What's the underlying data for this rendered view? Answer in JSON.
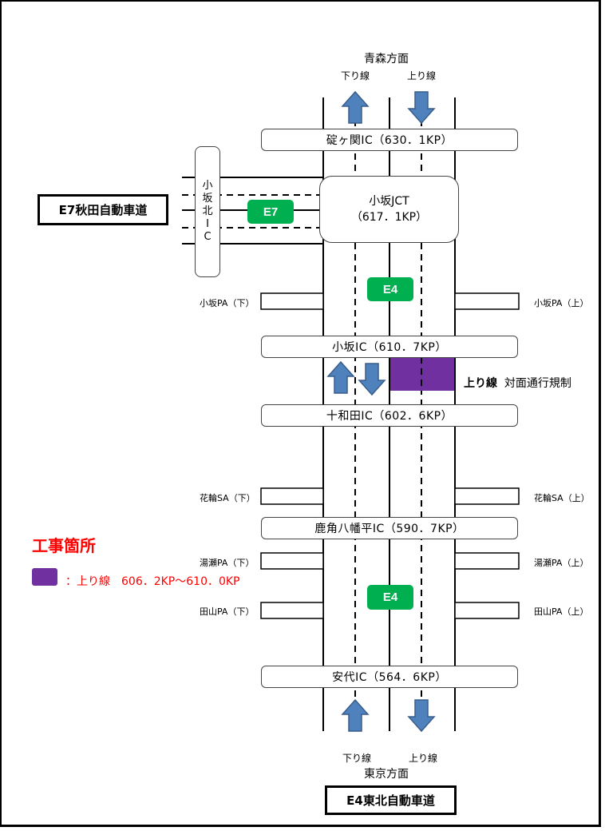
{
  "directions": {
    "north": {
      "title": "青森方面",
      "down_lane": "下り線",
      "up_lane": "上り線"
    },
    "south": {
      "title": "東京方面",
      "down_lane": "下り線",
      "up_lane": "上り線"
    }
  },
  "routes": {
    "e7_label": "E7秋田自動車道",
    "e4_label": "E4東北自動車道",
    "e7_shield": "E7",
    "e4_shield": "E4"
  },
  "interchanges": [
    {
      "name": "碇ヶ関IC（630．1KP）"
    },
    {
      "name": "小坂IC（610．7KP）"
    },
    {
      "name": "十和田IC（602．6KP）"
    },
    {
      "name": "鹿角八幡平IC（590．7KP）"
    },
    {
      "name": "安代IC（564．6KP）"
    }
  ],
  "junction": {
    "name": "小坂JCT",
    "kp": "（617．1KP）"
  },
  "kosaka_kita_ic": {
    "chars": [
      "小",
      "坂",
      "北",
      "I",
      "C"
    ]
  },
  "parking_areas": [
    {
      "down": "小坂PA（下）",
      "up": "小坂PA（上）"
    },
    {
      "down": "花輪SA（下）",
      "up": "花輪SA（上）"
    },
    {
      "down": "湯瀬PA（下）",
      "up": "湯瀬PA（上）"
    },
    {
      "down": "田山PA（下）",
      "up": "田山PA（上）"
    }
  ],
  "restriction": {
    "lane": "上り線",
    "text": "対面通行規制"
  },
  "legend": {
    "title": "工事箇所",
    "text": "：上り線　606．2KP～610．0KP",
    "color": "#7030a0"
  },
  "colors": {
    "shield": "#00b050",
    "arrow_fill": "#4f81bd",
    "arrow_stroke": "#385d8a",
    "construction": "#7030a0",
    "legend_text": "#ff0000"
  }
}
